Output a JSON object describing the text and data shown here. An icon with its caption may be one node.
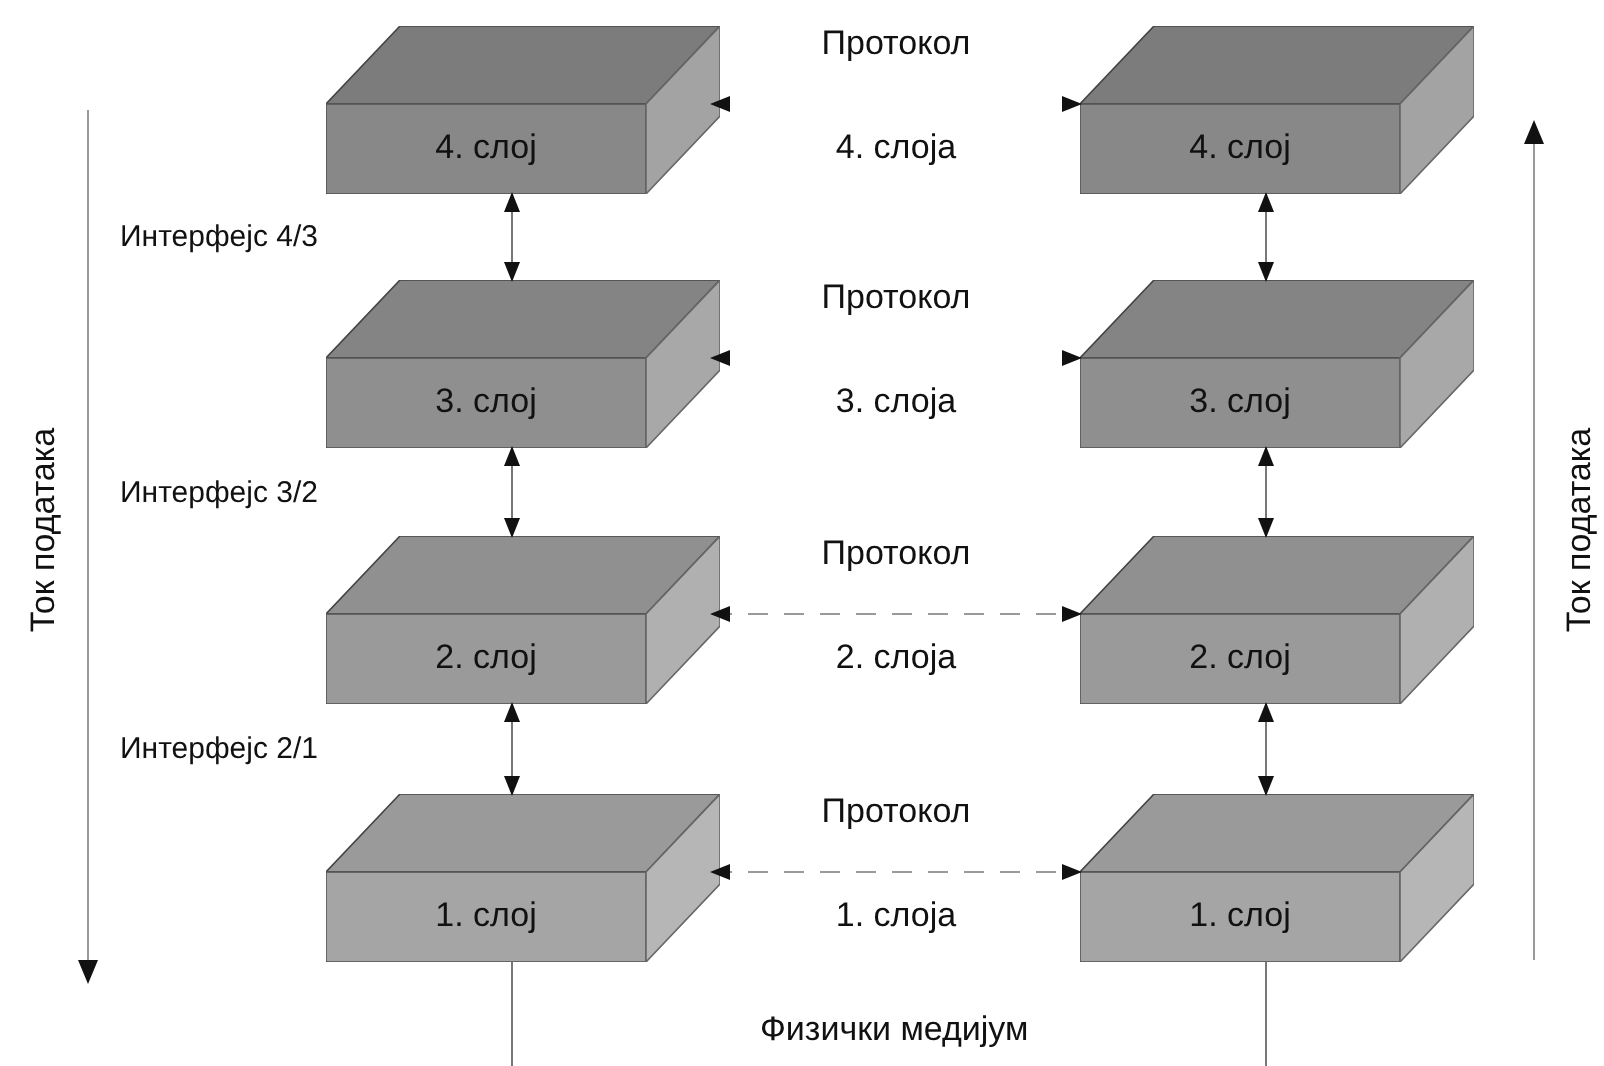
{
  "diagram": {
    "nodes": [
      {
        "text": [
          "4. слој"
        ]
      },
      {
        "text": [
          "4. слој"
        ]
      },
      {
        "text": [
          "3. слој"
        ]
      },
      {
        "text": [
          "3. слој"
        ]
      },
      {
        "text": [
          "2. слој"
        ]
      },
      {
        "text": [
          "2. слој"
        ]
      },
      {
        "text": [
          "1. слој"
        ]
      },
      {
        "text": [
          "1. слој"
        ]
      }
    ],
    "edges": [
      {
        "from": 0,
        "to": 1,
        "arrow": "both",
        "label": "Протокол 4. слоја",
        "color": "#ffffff"
      },
      {
        "from": 2,
        "to": 3,
        "arrow": "both",
        "label": "Протокол 3. слоја",
        "color": "#ffffff"
      },
      {
        "from": 4,
        "to": 5,
        "arrow": "both",
        "label": "Протокол 2. слоја",
        "style": "dashed"
      },
      {
        "from": 6,
        "to": 7,
        "arrow": "both",
        "label": "Протокол 1. слоја",
        "style": "dashed"
      },
      {
        "from": 0,
        "to": 2,
        "arrow": "both"
      },
      {
        "from": 2,
        "to": 4,
        "arrow": "both"
      },
      {
        "from": 4,
        "to": 6,
        "arrow": "both"
      },
      {
        "from": 1,
        "to": 3,
        "arrow": "both"
      },
      {
        "from": 3,
        "to": 5,
        "arrow": "both"
      },
      {
        "from": 5,
        "to": 7,
        "arrow": "both"
      },
      {
        "from": 6,
        "to": null,
        "arrow": "none"
      },
      {
        "from": 7,
        "to": null,
        "arrow": "none"
      }
    ],
    "labels": [
      "Интерфејс 4/3",
      "Интерфејс 3/2",
      "Интерфејс 2/1",
      "Ток података",
      "Ток података",
      "Физички медијум"
    ]
  }
}
